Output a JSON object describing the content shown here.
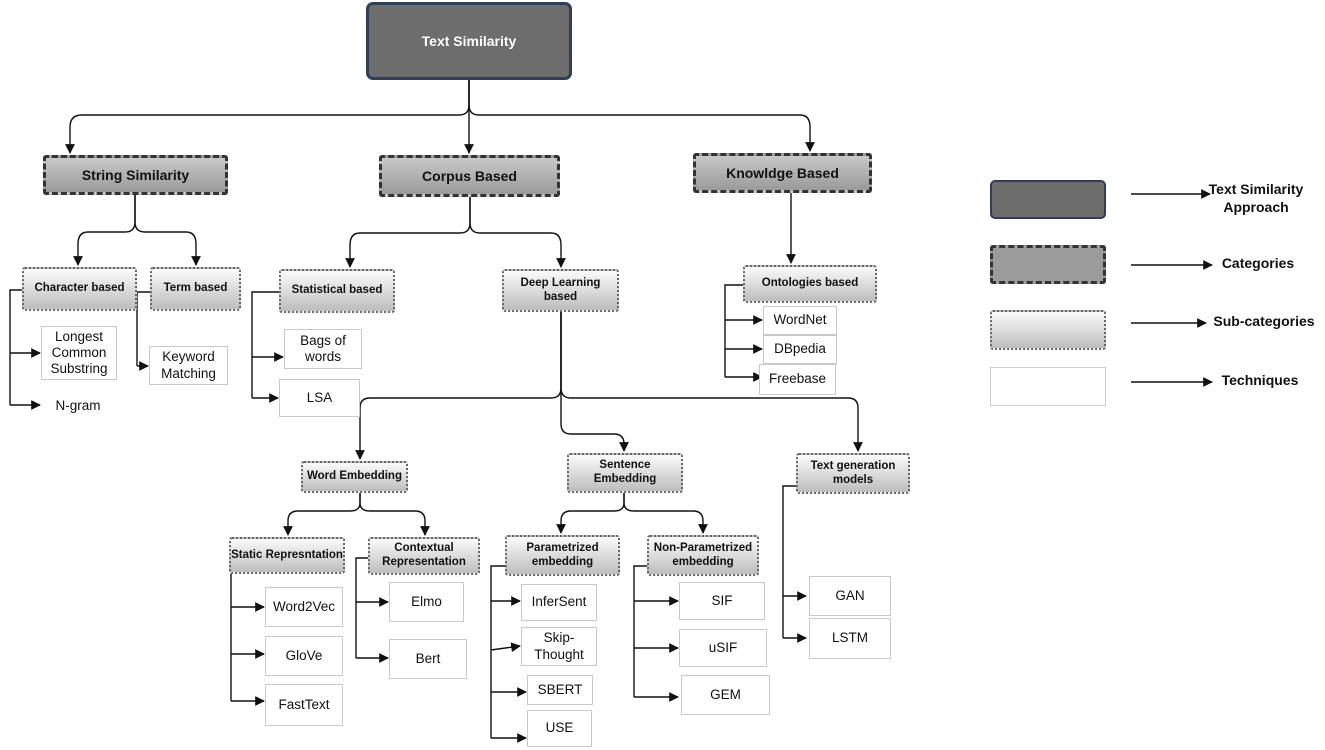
{
  "root": "Text Similarity",
  "categories": {
    "string": "String Similarity",
    "corpus": "Corpus  Based",
    "knowledge": "Knowldge  Based"
  },
  "subcategories": {
    "character": "Character based",
    "term": "Term based",
    "statistical": "Statistical based",
    "deep_learning": "Deep Learning based",
    "ontologies": "Ontologies based",
    "word_embedding": "Word Embedding",
    "sentence_embedding": "Sentence Embedding",
    "text_generation": "Text generation models",
    "static": "Static Represntation",
    "contextual": "Contextual Representation",
    "parametrized": "Parametrized embedding",
    "non_parametrized": "Non-Parametrized embedding"
  },
  "techniques": {
    "longest_common_substring": "Longest Common Substring",
    "ngram": "N-gram",
    "keyword_matching": "Keyword Matching",
    "bags_of_words": "Bags of words",
    "lsa": "LSA",
    "wordnet": "WordNet",
    "dbpedia": "DBpedia",
    "freebase": "Freebase",
    "word2vec": "Word2Vec",
    "glove": "GloVe",
    "fasttext": "FastText",
    "elmo": "Elmo",
    "bert": "Bert",
    "infersent": "InferSent",
    "skip_thought": "Skip-Thought",
    "sbert": "SBERT",
    "use": "USE",
    "sif": "SIF",
    "usif": "uSIF",
    "gem": "GEM",
    "gan": "GAN",
    "lstm": "LSTM"
  },
  "legend": {
    "approach": "Text Similarity Approach",
    "categories": "Categories",
    "subcategories": "Sub-categories",
    "techniques": "Techniques"
  }
}
